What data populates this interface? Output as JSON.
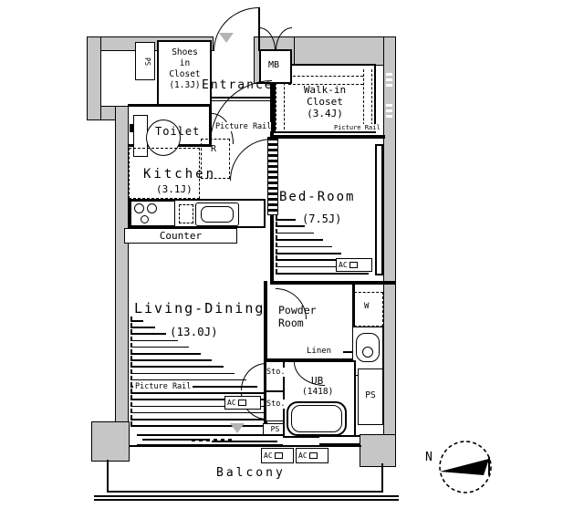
{
  "floorplan": {
    "rooms": {
      "shoes_closet": {
        "label": "Shoes\nin\nCloset\n(1.3J)"
      },
      "entrance": {
        "label": "Entrance"
      },
      "walkin_closet": {
        "label": "Walk-in\nCloset\n(3.4J)"
      },
      "toilet": {
        "label": "Toilet"
      },
      "kitchen": {
        "label": "Kitchen",
        "size": "(3.1J)"
      },
      "counter": {
        "label": "Counter"
      },
      "bedroom": {
        "label": "Bed-Room",
        "size": "(7.5J)"
      },
      "living_dining": {
        "label": "Living-Dining",
        "size": "(13.0J)"
      },
      "powder_room": {
        "label": "Powder\nRoom"
      },
      "bathroom": {
        "label": "UB",
        "size": "(1418)"
      },
      "balcony": {
        "label": "Balcony"
      }
    },
    "features": {
      "ps_top": "PS",
      "ps_right": "PS",
      "ps_bottom": "PS",
      "meter_box": "MB",
      "fridge": "R",
      "washer": "W",
      "linen": "Linen",
      "sto_upper": "Sto.",
      "sto_lower": "Sto.",
      "picture_rail_hall": "Picture Rail",
      "picture_rail_bedroom": "Picture Rail",
      "picture_rail_living": "Picture Rail",
      "ac_bedroom": "AC",
      "ac_living": "AC",
      "ac_outdoor_1": "AC",
      "ac_outdoor_2": "AC"
    },
    "compass": {
      "north": "N"
    },
    "colors": {
      "wall": "#c6c6c6",
      "line": "#000000",
      "background": "#ffffff"
    }
  }
}
